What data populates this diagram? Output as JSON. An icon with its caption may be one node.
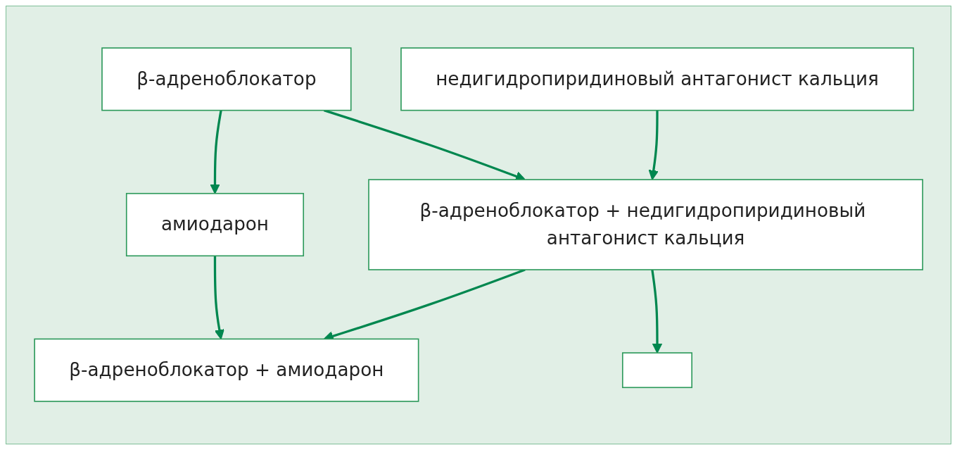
{
  "diagram": {
    "nodes": [
      {
        "text": [
          "β-адреноблокатор"
        ]
      },
      {
        "text": [
          "недигидропиридиновый антагонист кальция"
        ]
      },
      {
        "text": [
          "амиодарон"
        ]
      },
      {
        "text": [
          "β-адреноблокатор + недигидропиридиновый антагонист кальция"
        ]
      },
      {
        "text": [
          "β-адреноблокатор + амиодарон"
        ]
      },
      {
        "text": [],
        "shape": "box"
      }
    ],
    "edges": [
      {
        "from": 0,
        "to": 2,
        "arrow": "to"
      },
      {
        "from": 0,
        "to": 3,
        "arrow": "to"
      },
      {
        "from": 1,
        "to": 3,
        "arrow": "to"
      },
      {
        "from": 2,
        "to": 4,
        "arrow": "to"
      },
      {
        "from": 3,
        "to": 4,
        "arrow": "to"
      },
      {
        "from": 3,
        "to": 5,
        "arrow": "to"
      }
    ]
  }
}
